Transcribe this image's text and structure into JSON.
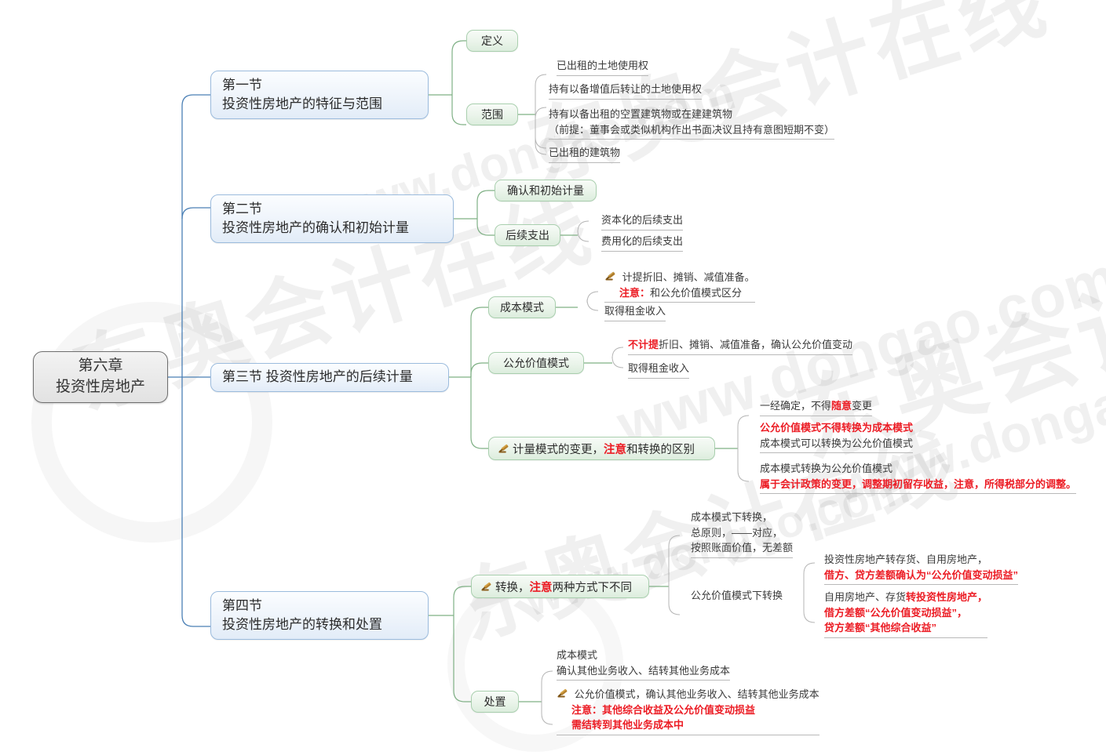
{
  "meta": {
    "watermark_cn": "东奥会计在线",
    "watermark_url": "www.dongao.com",
    "accent_blue": "#4a7fb5",
    "accent_green": "#7fb085",
    "accent_red": "#ec1c24",
    "gavel_color": "#9a6a22"
  },
  "root": {
    "line1": "第六章",
    "line2": "投资性房地产"
  },
  "sections": [
    {
      "id": "s1",
      "line1": "第一节",
      "line2": "投资性房地产的特征与范围",
      "children": [
        {
          "label": "定义",
          "leaves": []
        },
        {
          "label": "范围",
          "leaves": [
            {
              "lines": [
                "已出租的土地使用权"
              ]
            },
            {
              "lines": [
                "持有以备增值后转让的土地使用权"
              ]
            },
            {
              "lines": [
                "持有以备出租的空置建筑物或在建建筑物",
                "（前提：董事会或类似机构作出书面决议且持有意图短期不变）"
              ]
            },
            {
              "lines": [
                "已出租的建筑物"
              ]
            }
          ]
        }
      ]
    },
    {
      "id": "s2",
      "line1": "第二节",
      "line2": "投资性房地产的确认和初始计量",
      "children": [
        {
          "label": "确认和初始计量",
          "leaves": []
        },
        {
          "label": "后续支出",
          "leaves": [
            {
              "lines": [
                "资本化的后续支出"
              ]
            },
            {
              "lines": [
                "费用化的后续支出"
              ]
            }
          ]
        }
      ]
    },
    {
      "id": "s3",
      "line1": "第三节 投资性房地产的后续计量",
      "line2": "",
      "children": [
        {
          "label": "成本模式",
          "leaves": []
        },
        {
          "label": "公允价值模式",
          "leaves": []
        },
        {
          "label": "计量模式的变更，注意和转换的区别",
          "leaves": []
        }
      ]
    },
    {
      "id": "s4",
      "line1": "第四节",
      "line2": "投资性房地产的转换和处置",
      "children": [
        {
          "label": "转换，注意两种方式下不同",
          "leaves": []
        },
        {
          "label": "处置",
          "leaves": []
        }
      ]
    }
  ],
  "s3_cost": {
    "label": "成本模式",
    "leaf1_line1": "计提折旧、摊销、减值准备。",
    "leaf1_line2_red": "注意：",
    "leaf1_line2_rest": "和公允价值模式区分",
    "leaf2": "取得租金收入"
  },
  "s3_fair": {
    "label": "公允价值模式",
    "leaf1_red": "不计提",
    "leaf1_rest": "折旧、摊销、减值准备，确认公允价值变动",
    "leaf2": "取得租金收入"
  },
  "s3_change": {
    "label_a": "计量模式的变更，",
    "label_red": "注意",
    "label_b": "和转换的区别",
    "leaf1_a": "一经确定，不得",
    "leaf1_red": "随意",
    "leaf1_b": "变更",
    "leaf2_l1": "公允价值模式不得转换为成本模式",
    "leaf2_l2": "成本模式可以转换为公允价值模式",
    "leaf3_l1": "成本模式转换为公允价值模式",
    "leaf3_l2": "属于会计政策的变更，调整期初留存收益，注意，所得税部分的调整。"
  },
  "s4_convert": {
    "label_a": "转换，",
    "label_red": "注意",
    "label_b": "两种方式下不同",
    "cost_lines": [
      "成本模式下转换，",
      "总原则，——对应，",
      "按照账面价值，无差额"
    ],
    "fair_label": "公允价值模式下转换",
    "fair_leaf1_l1": "投资性房地产转存货、自用房地产，",
    "fair_leaf1_l2": "借方、贷方差额确认为“公允价值变动损益”",
    "fair_leaf2_l1_a": "自用房地产、存货",
    "fair_leaf2_l1_red": "转投资性房地产，",
    "fair_leaf2_l2": "借方差额“公允价值变动损益”，",
    "fair_leaf2_l3": "贷方差额“其他综合收益”"
  },
  "s4_dispose": {
    "label": "处置",
    "leaf1_l1": "成本模式",
    "leaf1_l2": "确认其他业务收入、结转其他业务成本",
    "leaf2_l1": "公允价值模式，确认其他业务收入、结转其他业务成本",
    "leaf2_l2": "注意：其他综合收益及公允价值变动损益",
    "leaf2_l3": "需结转到其他业务成本中"
  },
  "icons": {
    "gavel": "gavel-icon"
  }
}
